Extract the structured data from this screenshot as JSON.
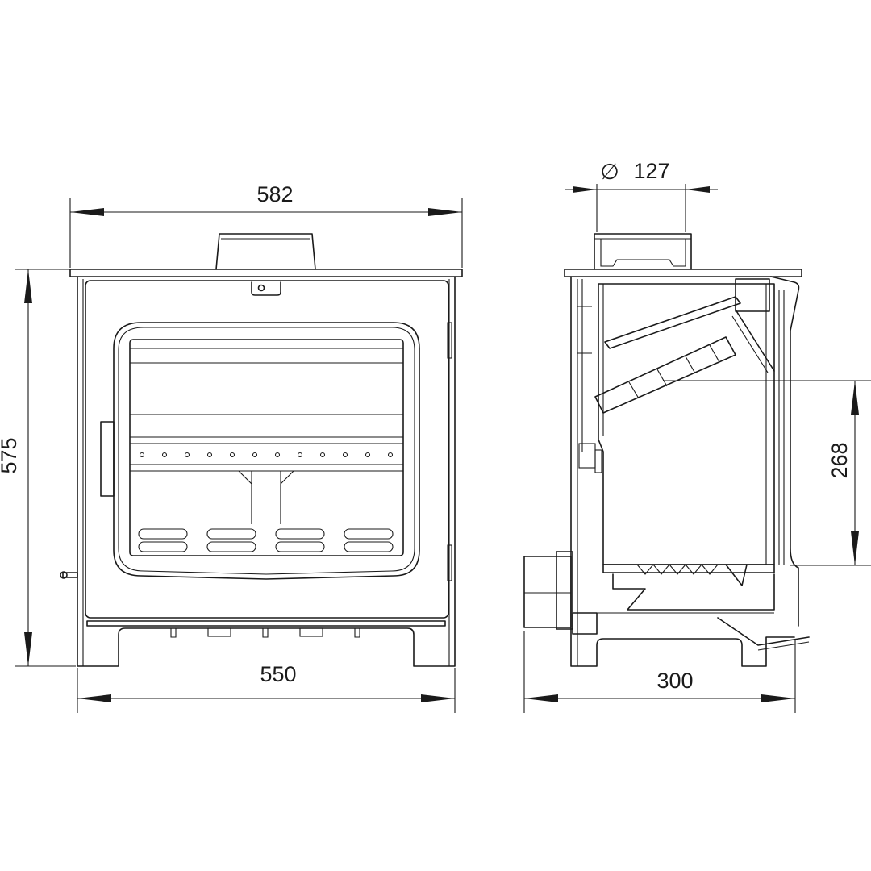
{
  "dimensions": {
    "top_width": "582",
    "height": "575",
    "base_width": "550",
    "depth": "300",
    "flue_diameter_symbol": "∅",
    "flue_diameter": "127",
    "outlet_height": "268"
  },
  "colors": {
    "line": "#1a1a1a",
    "background": "#ffffff"
  }
}
